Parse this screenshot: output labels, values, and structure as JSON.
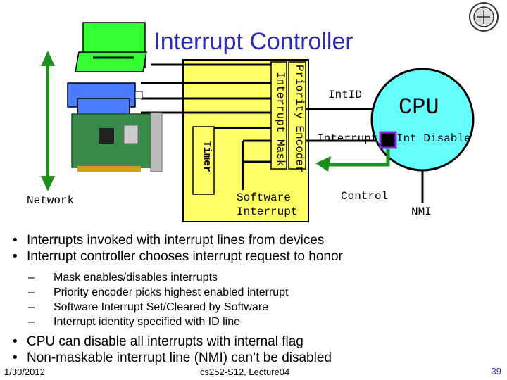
{
  "slide": {
    "title": "Interrupt Controller",
    "footer_date": "1/30/2012",
    "footer_course": "cs252-S12, Lecture04",
    "page_number": "39"
  },
  "diagram": {
    "priority_encoder": "Priority Encoder",
    "interrupt_mask": "Interrupt Mask",
    "timer": "Timer",
    "network": "Network",
    "software_interrupt_line1": "Software",
    "software_interrupt_line2": "Interrupt",
    "int_id": "IntID",
    "interrupt": "Interrupt",
    "cpu": "CPU",
    "int_disable": "Int Disable",
    "control": "Control",
    "nmi": "NMI",
    "colors": {
      "controller_fill": "#ffff66",
      "cpu_fill": "#66ffff",
      "title_blue": "#2b2bb8",
      "disk_green": "#33ff33",
      "printer_blue": "#4a7bff",
      "line_green": "#1f8f1f"
    }
  },
  "bullets": [
    {
      "level": 1,
      "text": "Interrupts invoked with interrupt lines from devices"
    },
    {
      "level": 1,
      "text": "Interrupt controller chooses interrupt request to honor"
    },
    {
      "level": 2,
      "text": "Mask enables/disables interrupts"
    },
    {
      "level": 2,
      "text": "Priority encoder picks highest enabled interrupt"
    },
    {
      "level": 2,
      "text": "Software Interrupt Set/Cleared by Software"
    },
    {
      "level": 2,
      "text": "Interrupt identity specified with ID line"
    },
    {
      "level": 1,
      "text": "CPU can disable all interrupts with internal flag"
    },
    {
      "level": 1,
      "text": "Non-maskable interrupt line (NMI) can’t be disabled"
    }
  ]
}
